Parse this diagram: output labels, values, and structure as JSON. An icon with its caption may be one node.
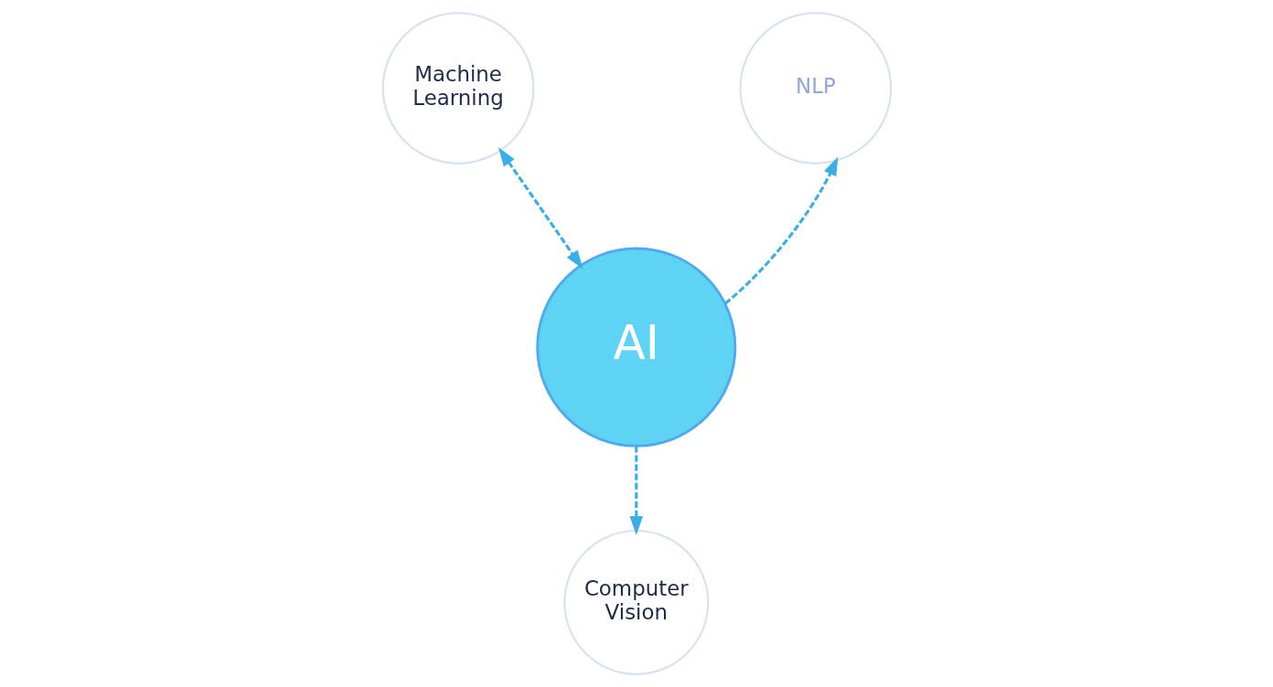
{
  "diagram": {
    "nodes": [
      {
        "text": [
          "Machine Learning"
        ]
      },
      {
        "text": [
          "NLP"
        ]
      },
      {
        "text": [
          "AI"
        ]
      },
      {
        "text": [
          "Computer Vision"
        ]
      }
    ],
    "edges": [
      {
        "from": 0,
        "to": 2,
        "arrow": "both",
        "style": "dashed"
      },
      {
        "from": 2,
        "to": 1,
        "arrow": "to",
        "style": "dashed"
      },
      {
        "from": 2,
        "to": 3,
        "arrow": "to",
        "style": "dashed"
      }
    ]
  }
}
